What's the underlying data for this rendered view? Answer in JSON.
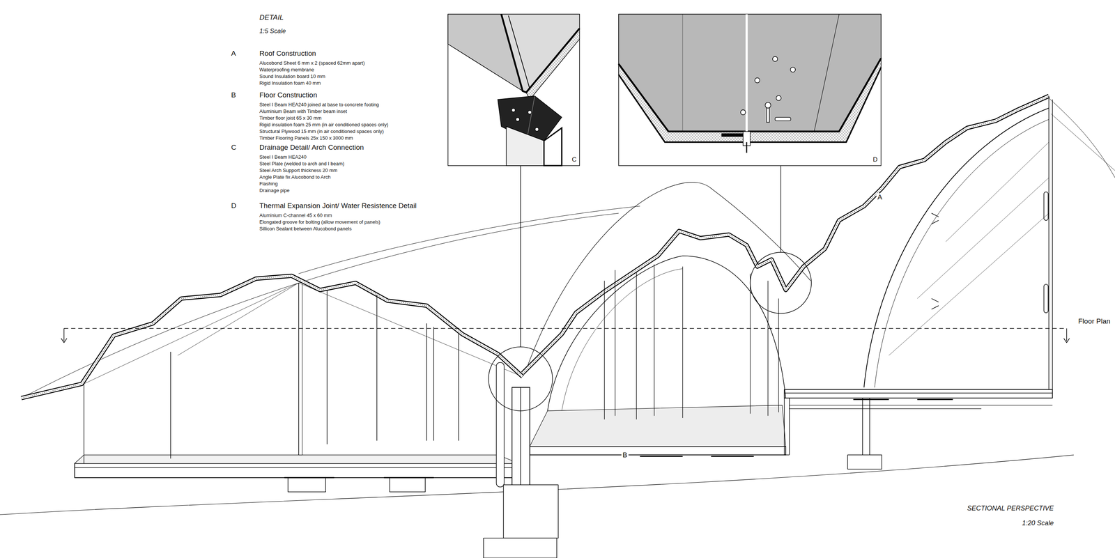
{
  "diagram": {
    "labels": [
      "DETAIL",
      "1:5 Scale",
      "A",
      "Roof Construction",
      "Alucobond Sheet 6 mm x 2 (spaced 62mm apart)",
      "Waterproofing membrane",
      "Sound Insulation board 10 mm",
      "Rigid Insulation foam 40 mm",
      "B",
      "Floor Construction",
      "Steel I Beam HEA240 joined at base to concrete footing",
      "Aluminium Beam with Timber beam inset",
      "Timber floor joist 65 x 30 mm",
      "Rigid insulation foam 25 mm (in air conditioned spaces only)",
      "Structural Plywood 15 mm (in air conditioned spaces only)",
      "Timber Flooring Panels 25x 150 x 3000 mm",
      "C",
      "Drainage Detail/ Arch Connection",
      "Steel I Beam HEA240",
      "Steel Plate (welded to arch and I beam)",
      "Steel Arch Support thickness 20 mm",
      "Angle Plate fix Alucobond to Arch",
      "Flashing",
      "Drainage pipe",
      "D",
      "Thermal Expansion Joint/ Water Resistence Detail",
      "Aluminium C-channel 45 x 60 mm",
      "Elongated groove for bolting (allow movement of panels)",
      "Sillicon Sealant between Alucobond panels",
      "C",
      "D",
      "A",
      "Floor Plan",
      "B",
      "SECTIONAL PERSPECTIVE",
      "1:20 Scale"
    ]
  }
}
